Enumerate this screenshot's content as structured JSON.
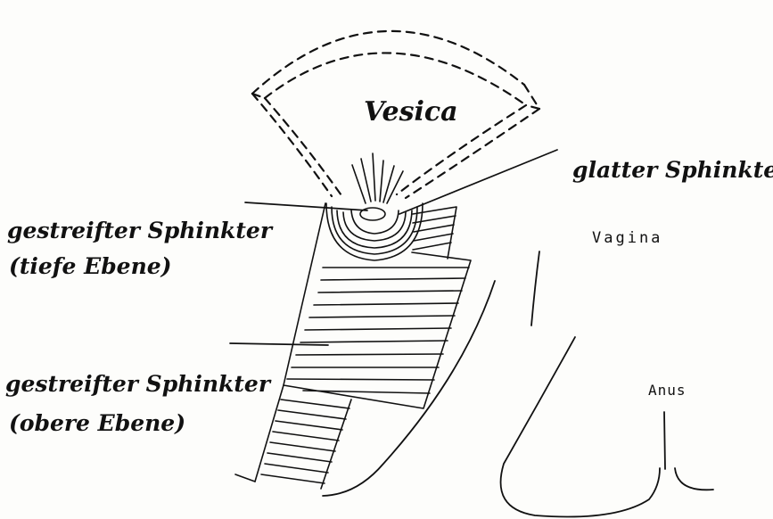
{
  "labels": {
    "vesica": "Vesica",
    "glatter_sphinkter": "glatter Sphinkter",
    "tiefe_line1": "gestreifter Sphinkter",
    "tiefe_line2": "(tiefe Ebene)",
    "obere_line1": "gestreifter Sphinkter",
    "obere_line2": "(obere Ebene)",
    "vagina": "Vagina",
    "anus": "Anus"
  },
  "colors": {
    "ink": "#111111",
    "paper": "#fdfdfb"
  }
}
